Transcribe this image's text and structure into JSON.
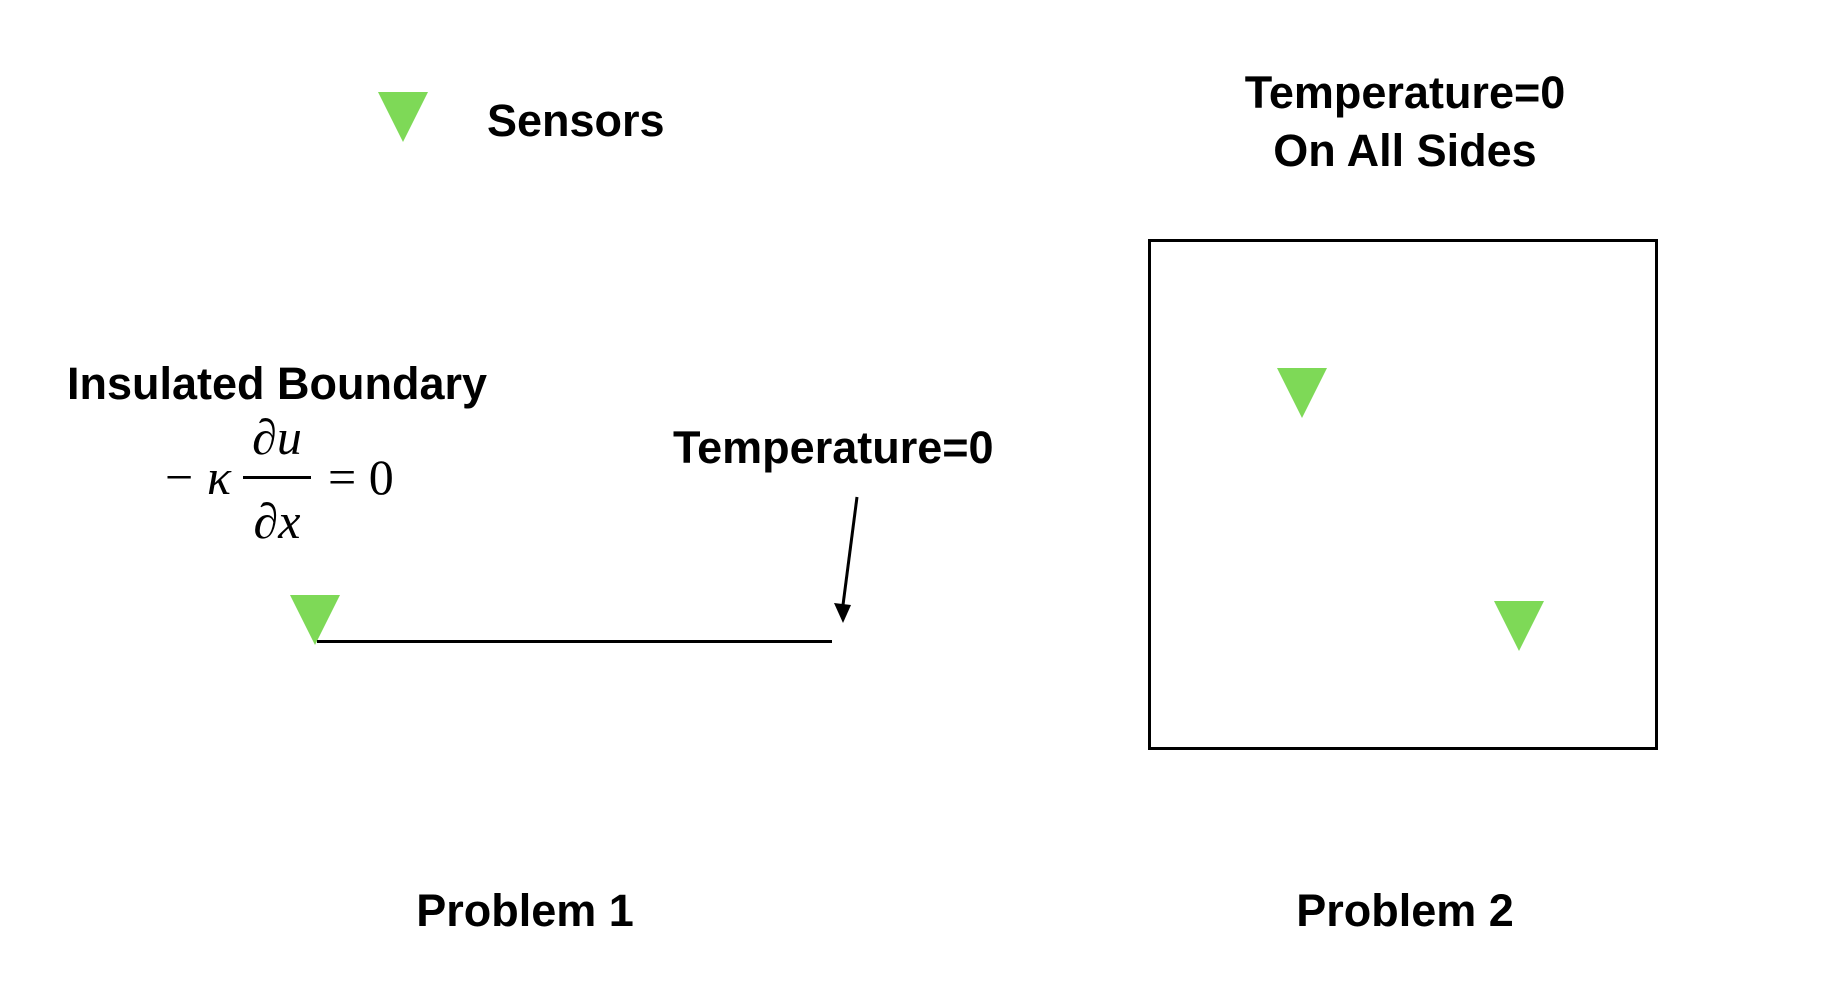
{
  "legend": {
    "label": "Sensors"
  },
  "problem1": {
    "boundary_label": "Insulated Boundary",
    "equation": {
      "prefix_minus": "−",
      "kappa": "κ",
      "numerator": "∂u",
      "denominator": "∂x",
      "rhs": "= 0"
    },
    "temperature_label": "Temperature=0",
    "caption": "Problem 1"
  },
  "problem2": {
    "boundary_label_line1": "Temperature=0",
    "boundary_label_line2": "On All Sides",
    "caption": "Problem 2"
  },
  "colors": {
    "sensor": "#7ed957",
    "line": "#000000",
    "text": "#000000",
    "background": "#ffffff"
  }
}
